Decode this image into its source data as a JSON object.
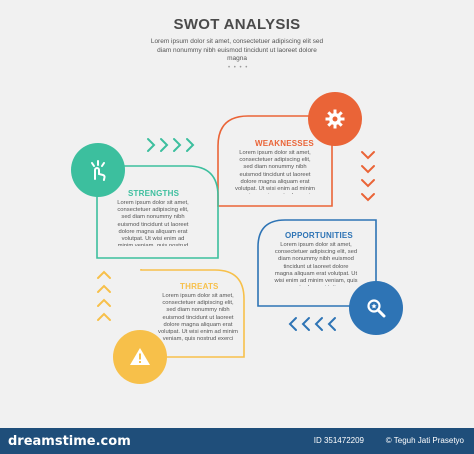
{
  "title": "SWOT ANALYSIS",
  "subtitle": "Lorem ipsum dolor sit amet, consectetuer adipiscing elit sed diam nonummy nibh euismod tincidunt ut laoreet dolore magna",
  "colors": {
    "strengths": "#3cbf9e",
    "weaknesses": "#ea6437",
    "opportunities": "#2e74b5",
    "threats": "#f7c04a"
  },
  "sections": {
    "strengths": {
      "title": "STRENGTHS",
      "body": "Lorem ipsum dolor sit amet, consectetuer adipiscing elit, sed diam nonummy nibh euismod tincidunt ut laoreet dolore magna aliquam erat volutpat. Ut wisi enim ad minim veniam, quis nostrud exerci tation ullamcorper suscipit lobortis nisl ut aliquip ex ea commodo consequat. Duis autem vel eum iriure dolor in hendrerit in vulputate velit esse molestie consequat.",
      "icon": "hand-click-icon"
    },
    "weaknesses": {
      "title": "WEAKNESSES",
      "body": "Lorem ipsum dolor sit amet, consectetuer adipiscing elit, sed diam nonummy nibh euismod tincidunt ut laoreet dolore magna aliquam erat volutpat. Ut wisi enim ad minim veniam, quis nostrud exerci tation ullamcorper suscipit lobortis nisl ut aliquip ex ea commodo consequat.",
      "icon": "gear-icon"
    },
    "opportunities": {
      "title": "OPPORTUNITIES",
      "body": "Lorem ipsum dolor sit amet, consectetuer adipiscing elit, sed diam nonummy nibh euismod tincidunt ut laoreet dolore magna aliquam erat volutpat. Ut wisi enim ad minim veniam, quis nostrud exerci tation ullamcorper suscipit lobortis nisl ut aliquip ex ea commodo consequat.",
      "icon": "search-icon"
    },
    "threats": {
      "title": "THREATS",
      "body": "Lorem ipsum dolor sit amet, consectetuer adipiscing elit, sed diam nonummy nibh euismod tincidunt ut laoreet dolore magna aliquam erat volutpat. Ut wisi enim ad minim veniam, quis nostrud exerci tation ullamcorper suscipit lobortis nisl ut aliquip ex ea commodo consequat. Duis autem vel eum iriure dolor in hendrerit in vulputate velit esse molestie consequat.",
      "icon": "warning-icon"
    }
  },
  "footer": {
    "logo": "dreamstime.com",
    "id": "ID 351472209",
    "author": "© Teguh Jati Prasetyo"
  }
}
